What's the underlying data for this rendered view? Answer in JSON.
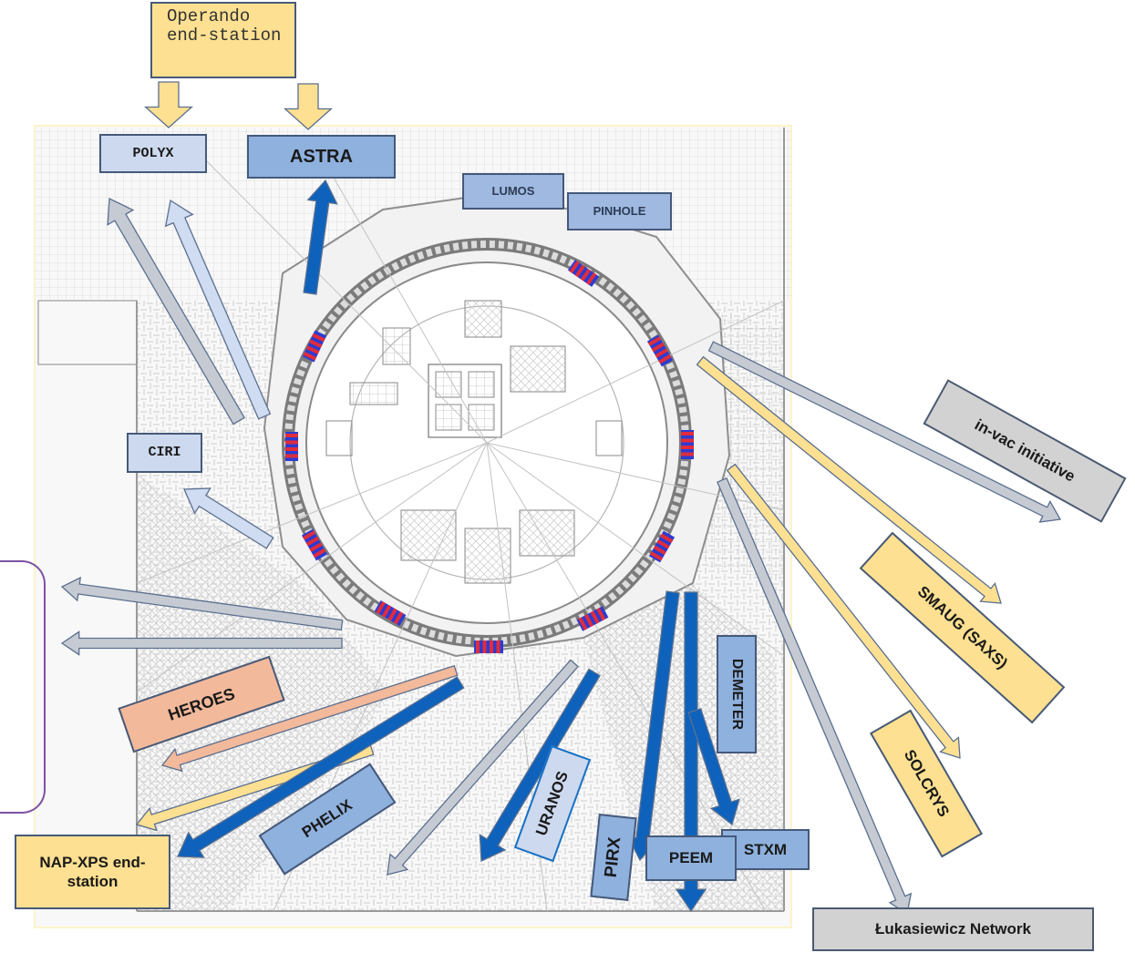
{
  "title": "",
  "colors": {
    "blue_arrow": "#0e62bb",
    "light_blue_arrow": "#cfdcf1",
    "grey_arrow": "#c6cbd3",
    "yellow_arrow": "#fde091",
    "salmon_arrow": "#f3b99b",
    "arrow_outline": "#5b6f8f",
    "magnet_red": "#e02c3c",
    "magnet_blue": "#2b3bd3",
    "note_border": "#7d53a4"
  },
  "labels": {
    "operando": "Operando end-station",
    "polyx": "POLYX",
    "astra": "ASTRA",
    "lumos": "LUMOS",
    "pinhole": "PINHOLE",
    "ciri": "CIRI",
    "in_vac": "in-vac initiative",
    "smaug": "SMAUG (SAXS)",
    "solcrys": "SOLCRYS",
    "heroes": "HEROES",
    "phelix": "PHELIX",
    "uranos": "URANOS",
    "pirx": "PIRX",
    "demeter": "DEMETER",
    "stxm": "STXM",
    "peem": "PEEM",
    "nap_xps": "NAP-XPS end-station",
    "lukasiewicz": "Łukasiewicz Network"
  },
  "beamlines": [
    {
      "name": "POLYX",
      "type": "light-blue"
    },
    {
      "name": "ASTRA",
      "type": "blue"
    },
    {
      "name": "CIRI",
      "type": "light-blue"
    },
    {
      "name": "in-vac initiative",
      "type": "grey"
    },
    {
      "name": "SMAUG (SAXS)",
      "type": "yellow"
    },
    {
      "name": "SOLCRYS",
      "type": "yellow"
    },
    {
      "name": "Łukasiewicz Network",
      "type": "grey"
    },
    {
      "name": "DEMETER",
      "type": "blue"
    },
    {
      "name": "STXM",
      "type": "blue"
    },
    {
      "name": "PEEM",
      "type": "blue"
    },
    {
      "name": "PIRX",
      "type": "blue"
    },
    {
      "name": "URANOS",
      "type": "blue"
    },
    {
      "name": "PHELIX",
      "type": "blue"
    },
    {
      "name": "HEROES",
      "type": "salmon"
    },
    {
      "name": "NAP-XPS end-station",
      "type": "yellow"
    }
  ]
}
